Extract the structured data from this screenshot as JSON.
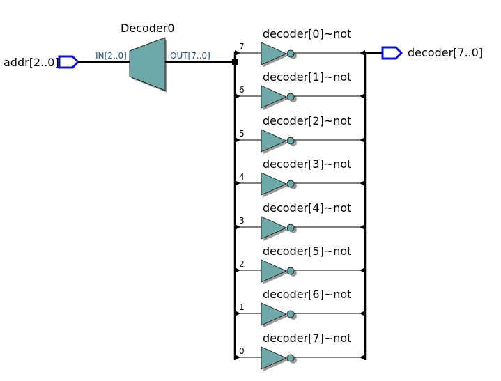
{
  "diagram": {
    "decoder": {
      "title": "Decoder0",
      "in_port": "IN[2..0]",
      "out_port": "OUT[7..0]"
    },
    "input_pin": {
      "label": "addr[2..0]"
    },
    "output_pin": {
      "label": "decoder[7..0]"
    },
    "inverters": [
      {
        "name": "decoder[0]~not",
        "bit": "7"
      },
      {
        "name": "decoder[1]~not",
        "bit": "6"
      },
      {
        "name": "decoder[2]~not",
        "bit": "5"
      },
      {
        "name": "decoder[3]~not",
        "bit": "4"
      },
      {
        "name": "decoder[4]~not",
        "bit": "3"
      },
      {
        "name": "decoder[5]~not",
        "bit": "2"
      },
      {
        "name": "decoder[6]~not",
        "bit": "1"
      },
      {
        "name": "decoder[7]~not",
        "bit": "0"
      }
    ],
    "colors": {
      "pin": "#1010d0",
      "port_text": "#1f4e79",
      "gate_fill": "#6fa8a8",
      "wire": "#000000",
      "shadow": "#9a9a9a"
    }
  }
}
